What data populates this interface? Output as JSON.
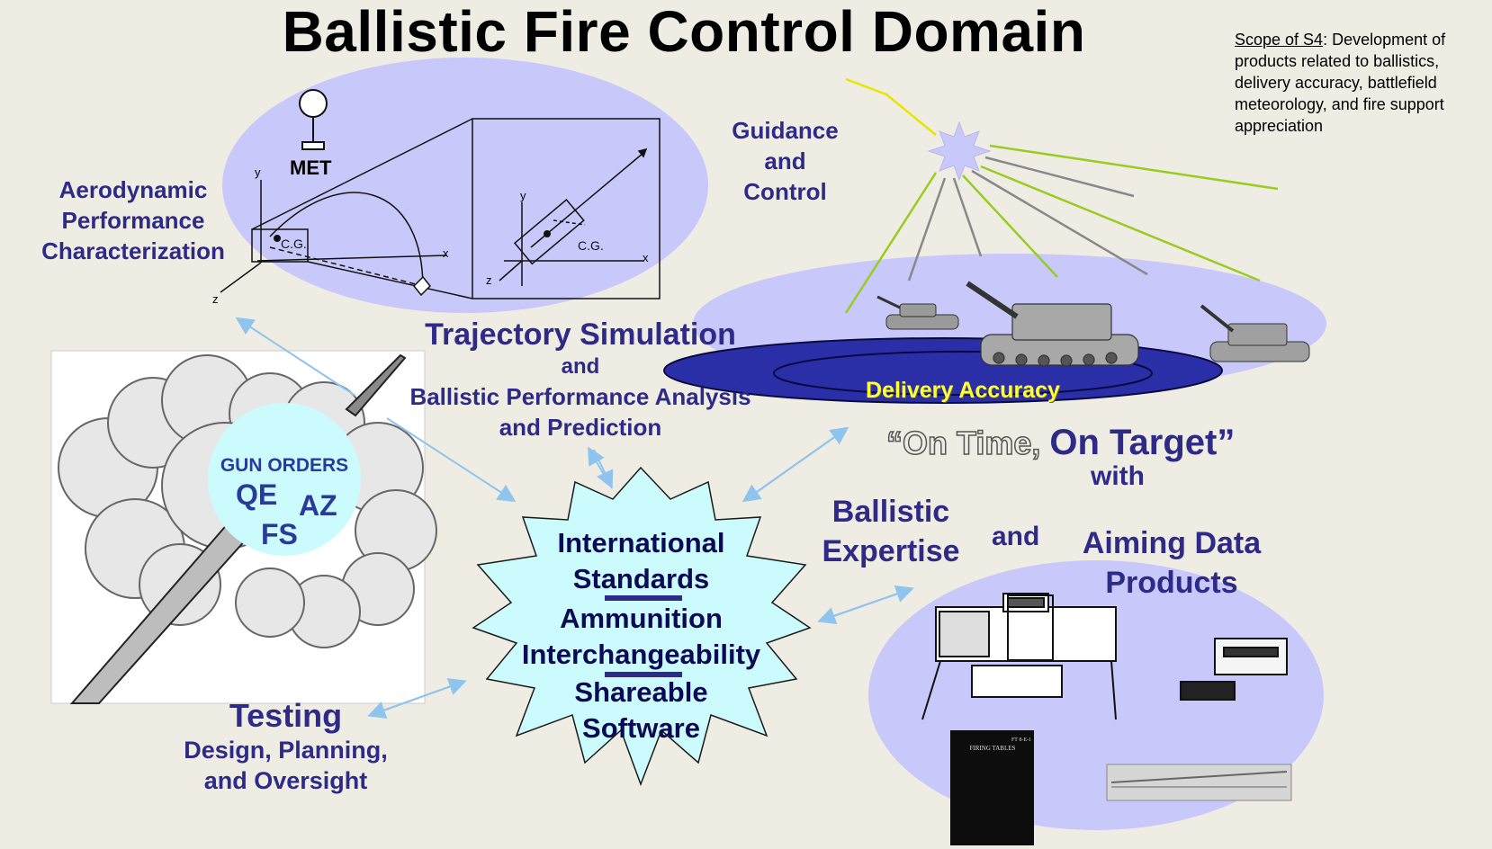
{
  "title": "Ballistic Fire Control Domain",
  "scope": {
    "label": "Scope of S4",
    "text": ":  Development of products related to ballistics, delivery accuracy, battlefield meteorology, and fire support appreciation"
  },
  "aero": {
    "line1": "Aerodynamic",
    "line2": "Performance",
    "line3": "Characterization"
  },
  "guidance": {
    "line1": "Guidance",
    "line2": "and",
    "line3": "Control"
  },
  "met": "MET",
  "cg1": "C.G.",
  "cg2": "C.G.",
  "axes": {
    "x1": "x",
    "y1": "y",
    "z1": "z",
    "x2": "x",
    "y2": "y",
    "z2": "z"
  },
  "trajectory": {
    "main": "Trajectory Simulation",
    "and": "and",
    "line2": "Ballistic Performance Analysis",
    "line3": "and Prediction"
  },
  "delivery": "Delivery Accuracy",
  "ontime": {
    "quote": "“On Time, ",
    "target": "On Target”",
    "with": "with"
  },
  "ballistic": {
    "line1": "Ballistic",
    "line2": "Expertise",
    "and": "and"
  },
  "aiming": {
    "line1": "Aiming Data",
    "line2": "Products"
  },
  "gun_orders": {
    "title": "GUN ORDERS",
    "qe": "QE",
    "az": "AZ",
    "fs": "FS"
  },
  "star": {
    "line1": "International",
    "line2": "Standards",
    "line3": "Ammunition",
    "line4": "Interchangeability",
    "line5": "Shareable",
    "line6": "Software"
  },
  "testing": {
    "title": "Testing",
    "line2": "Design, Planning,",
    "line3": "and Oversight"
  },
  "firing_tables": {
    "code": "FT 8-E-1",
    "title": "FIRING TABLES"
  },
  "colors": {
    "navy": "#2e2a87",
    "lavender": "#c8c8fa",
    "star_fill": "#ccfbfd",
    "delivery_text": "#ffff33",
    "arrow": "#8fc4ef"
  }
}
